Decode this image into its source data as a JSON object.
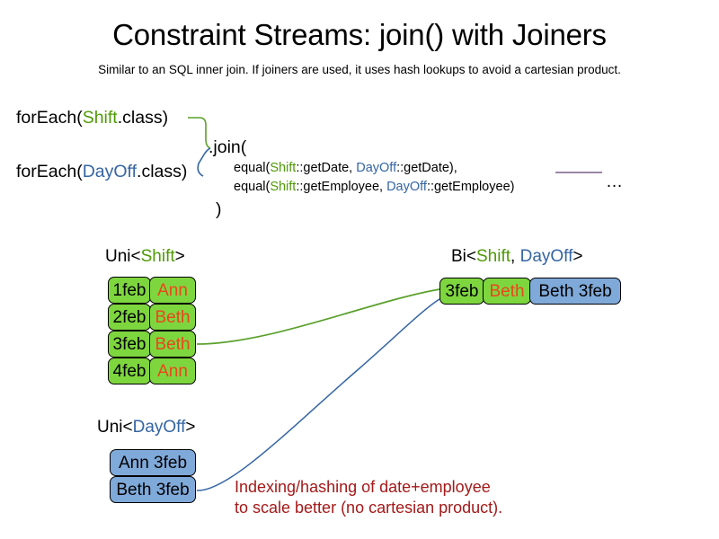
{
  "header": {
    "title": "Constraint Streams: join() with Joiners",
    "subtitle": "Similar to an SQL inner join. If joiners are used, it uses hash lookups to avoid a cartesian product."
  },
  "code": {
    "foreach_shift": {
      "prefix": "forEach(",
      "type": "Shift",
      "suffix": ".class)"
    },
    "foreach_dayoff": {
      "prefix": "forEach(",
      "type": "DayOff",
      "suffix": ".class)"
    },
    "join_open": ".join(",
    "join_close": ")",
    "joiners": [
      {
        "fn": "equal(",
        "left_type": "Shift",
        "left_ref": "::getDate, ",
        "right_type": "DayOff",
        "right_ref": "::getDate),"
      },
      {
        "fn": "equal(",
        "left_type": "Shift",
        "left_ref": "::getEmployee, ",
        "right_type": "DayOff",
        "right_ref": "::getEmployee)"
      }
    ],
    "ellipsis": "…"
  },
  "captions": {
    "uni_shift": {
      "prefix": "Uni<",
      "type": "Shift",
      "suffix": ">"
    },
    "bi": {
      "prefix": "Bi<",
      "type1": "Shift",
      "sep": ", ",
      "type2": "DayOff",
      "suffix": ">"
    },
    "uni_dayoff": {
      "prefix": "Uni<",
      "type": "DayOff",
      "suffix": ">"
    }
  },
  "uni_shift_rows": [
    {
      "date": "1feb",
      "name": "Ann"
    },
    {
      "date": "2feb",
      "name": "Beth"
    },
    {
      "date": "3feb",
      "name": "Beth"
    },
    {
      "date": "4feb",
      "name": "Ann"
    }
  ],
  "bi_row": {
    "date": "3feb",
    "name": "Beth",
    "pair": "Beth 3feb"
  },
  "uni_dayoff_rows": [
    {
      "label": "Ann 3feb"
    },
    {
      "label": "Beth 3feb"
    }
  ],
  "annotation": {
    "line1": "Indexing/hashing of date+employee",
    "line2": "to scale better (no cartesian product)."
  },
  "colors": {
    "shift_green": "#4e9a06",
    "dayoff_blue": "#3465a4",
    "box_green": "#7ed63f",
    "box_blue": "#7fa9d9",
    "name_orange": "#e8471c",
    "annotation_red": "#a41919",
    "connector_green": "#5aa02c",
    "connector_blue": "#3465a4",
    "rule_purple": "#7b5e8c"
  }
}
